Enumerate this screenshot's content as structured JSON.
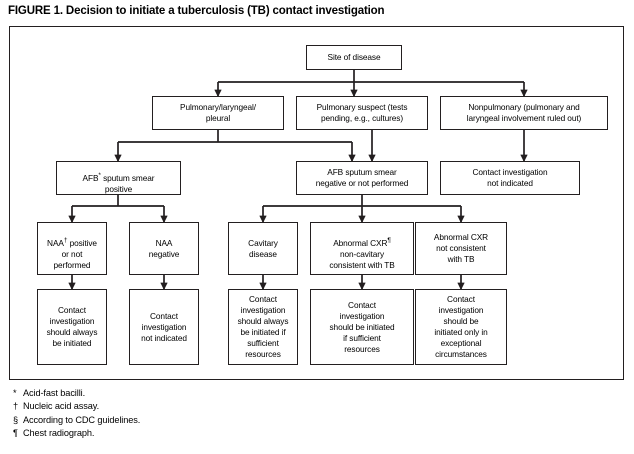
{
  "figure": {
    "title": "FIGURE 1. Decision to initiate a tuberculosis (TB) contact investigation"
  },
  "chart_data": {
    "type": "flowchart",
    "title": "FIGURE 1. Decision to initiate a tuberculosis (TB) contact investigation",
    "orientation": "top-down",
    "levels": 5,
    "nodes": [
      {
        "id": "n1",
        "level": 0,
        "label": "Site of disease",
        "superscript": ""
      },
      {
        "id": "n2",
        "level": 1,
        "label": "Pulmonary/laryngeal/\npleural",
        "superscript": ""
      },
      {
        "id": "n3",
        "level": 1,
        "label": "Pulmonary suspect (tests\npending, e.g., cultures)",
        "superscript": ""
      },
      {
        "id": "n4",
        "level": 1,
        "label": "Nonpulmonary (pulmonary and\nlaryngeal involvement ruled out)",
        "superscript": ""
      },
      {
        "id": "n5",
        "level": 2,
        "label_pre": "AFB",
        "superscript": "*",
        "label_post": " sputum smear\npositive"
      },
      {
        "id": "n6",
        "level": 2,
        "label": "AFB sputum smear\nnegative or not performed",
        "superscript": ""
      },
      {
        "id": "n7",
        "level": 2,
        "label": "Contact investigation\nnot indicated",
        "superscript": ""
      },
      {
        "id": "n8",
        "level": 3,
        "label_pre": "NAA",
        "superscript": "†",
        "label_post": " positive\nor not\nperformed"
      },
      {
        "id": "n9",
        "level": 3,
        "label": "NAA\nnegative",
        "superscript": ""
      },
      {
        "id": "n10",
        "level": 3,
        "label": "Cavitary\ndisease",
        "superscript": ""
      },
      {
        "id": "n11",
        "level": 3,
        "label_pre": "Abnormal CXR",
        "superscript": "¶",
        "label_post": "\nnon-cavitary\nconsistent with TB"
      },
      {
        "id": "n12",
        "level": 3,
        "label": "Abnormal CXR\nnot consistent\nwith TB",
        "superscript": ""
      },
      {
        "id": "n13",
        "level": 4,
        "label": "Contact\ninvestigation\nshould always\nbe initiated",
        "superscript": ""
      },
      {
        "id": "n14",
        "level": 4,
        "label": "Contact\ninvestigation\nnot indicated",
        "superscript": ""
      },
      {
        "id": "n15",
        "level": 4,
        "label": "Contact\ninvestigation\nshould always\nbe initiated if\nsufficient\nresources",
        "superscript": ""
      },
      {
        "id": "n16",
        "level": 4,
        "label": "Contact\ninvestigation\nshould be initiated\nif sufficient\nresources",
        "superscript": ""
      },
      {
        "id": "n17",
        "level": 4,
        "label": "Contact\ninvestigation\nshould be\ninitiated only in\nexceptional\ncircumstances",
        "superscript": ""
      }
    ],
    "edges": [
      {
        "from": "n1",
        "to": "n2"
      },
      {
        "from": "n1",
        "to": "n3"
      },
      {
        "from": "n1",
        "to": "n4"
      },
      {
        "from": "n2",
        "to": "n5"
      },
      {
        "from": "n2",
        "to": "n6"
      },
      {
        "from": "n3",
        "to": "n6"
      },
      {
        "from": "n4",
        "to": "n7"
      },
      {
        "from": "n5",
        "to": "n8"
      },
      {
        "from": "n5",
        "to": "n9"
      },
      {
        "from": "n6",
        "to": "n10"
      },
      {
        "from": "n6",
        "to": "n11"
      },
      {
        "from": "n6",
        "to": "n12"
      },
      {
        "from": "n8",
        "to": "n13"
      },
      {
        "from": "n9",
        "to": "n14"
      },
      {
        "from": "n10",
        "to": "n15"
      },
      {
        "from": "n11",
        "to": "n16"
      },
      {
        "from": "n12",
        "to": "n17"
      }
    ],
    "colors": {
      "box_border": "#231f20",
      "box_fill": "#ffffff",
      "connector": "#231f20",
      "text": "#000000",
      "frame": "#231f20"
    }
  },
  "nodes_text": {
    "n1": "Site of disease",
    "n2": "Pulmonary/laryngeal/\npleural",
    "n3": "Pulmonary suspect (tests\npending, e.g., cultures)",
    "n4": "Nonpulmonary (pulmonary and\nlaryngeal involvement ruled out)",
    "n5_pre": "AFB",
    "n5_sup": "*",
    "n5_post": " sputum smear\npositive",
    "n6": "AFB sputum smear\nnegative or not performed",
    "n7": "Contact investigation\nnot indicated",
    "n8_pre": "NAA",
    "n8_sup": "†",
    "n8_post": " positive\nor not\nperformed",
    "n9": "NAA\nnegative",
    "n10": "Cavitary\ndisease",
    "n11_pre": "Abnormal CXR",
    "n11_sup": "¶",
    "n11_post": "\nnon-cavitary\nconsistent with TB",
    "n12": "Abnormal CXR\nnot consistent\nwith TB",
    "n13": "Contact\ninvestigation\nshould always\nbe initiated",
    "n14": "Contact\ninvestigation\nnot indicated",
    "n15": "Contact\ninvestigation\nshould always\nbe initiated if\nsufficient\nresources",
    "n16": "Contact\ninvestigation\nshould be initiated\nif sufficient\nresources",
    "n17": "Contact\ninvestigation\nshould be\ninitiated only in\nexceptional\ncircumstances"
  },
  "footnotes": [
    {
      "marker": "*",
      "text": "Acid-fast bacilli."
    },
    {
      "marker": "†",
      "text": "Nucleic acid assay."
    },
    {
      "marker": "§",
      "text": "According to CDC guidelines."
    },
    {
      "marker": "¶",
      "text": "Chest radiograph."
    }
  ]
}
